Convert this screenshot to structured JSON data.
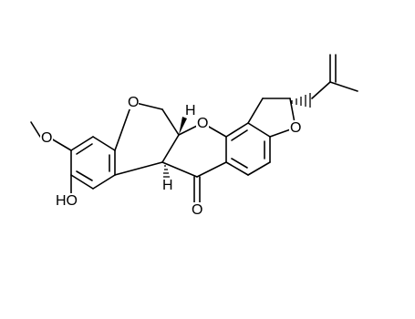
{
  "molecule": {
    "atom_labels": {
      "o_pyran_top": "O",
      "o_pyran_mid": "O",
      "o_furan": "O",
      "o_methoxy": "O",
      "o_carbonyl": "O",
      "hydroxyl": "HO",
      "h_top": "H",
      "h_mid": "H"
    },
    "stereo": {
      "h_top": "wedge",
      "h_mid": "hash",
      "isopropenyl": "hash"
    }
  }
}
